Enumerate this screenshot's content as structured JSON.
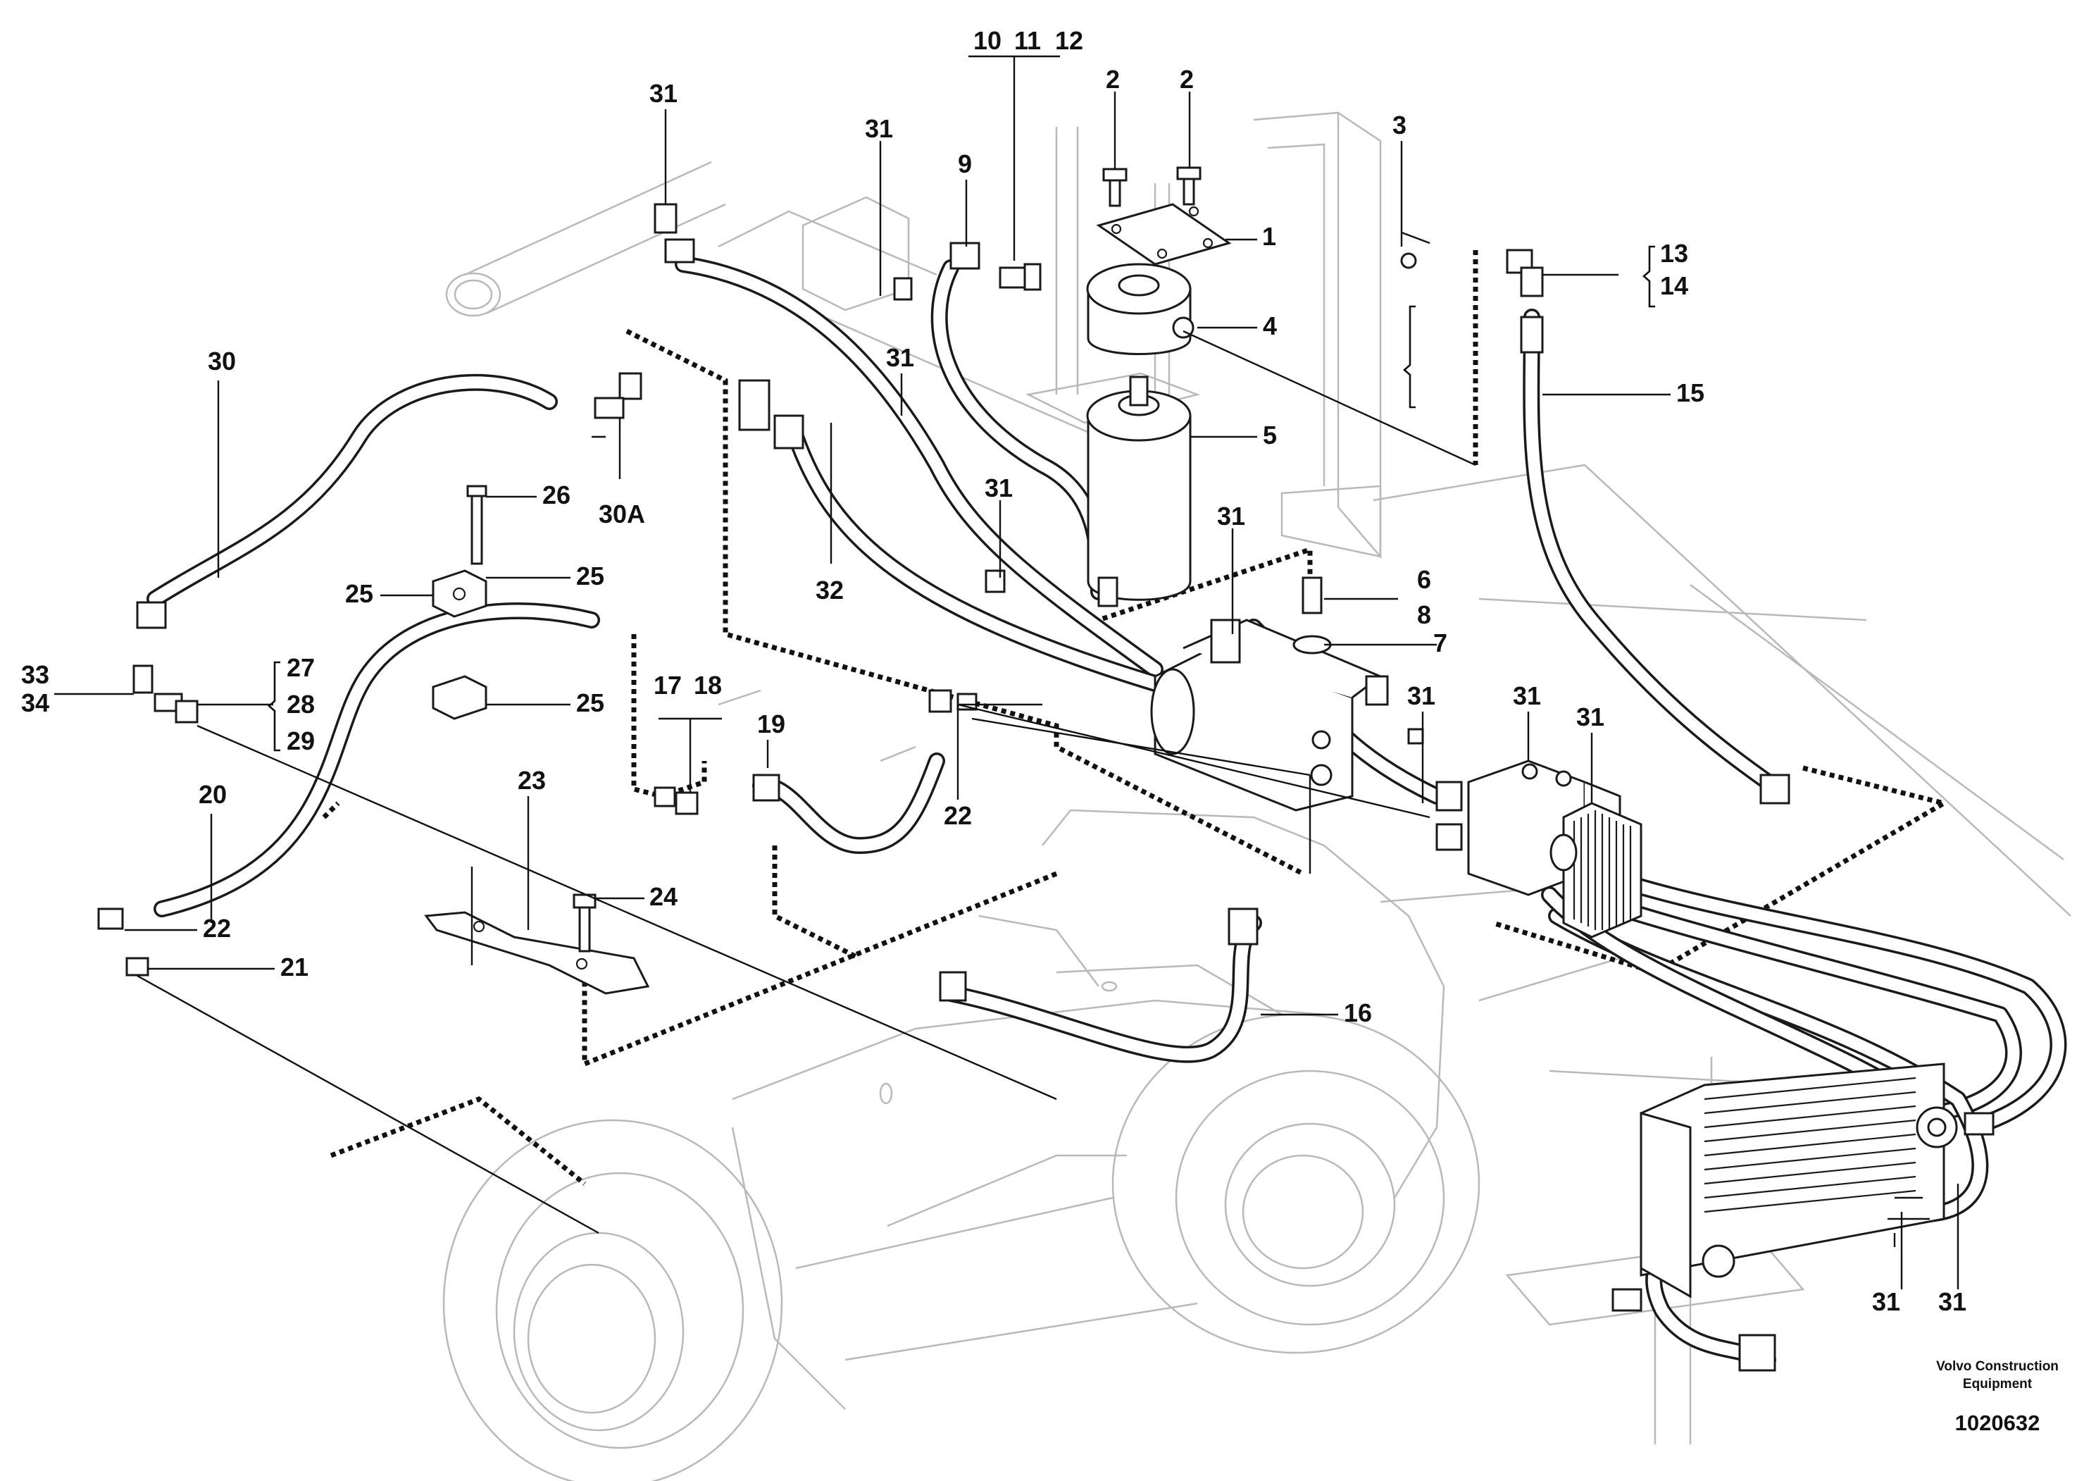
{
  "callouts": {
    "c1": "1",
    "c2a": "2",
    "c2b": "2",
    "c3": "3",
    "c4": "4",
    "c5": "5",
    "c6": "6",
    "c7": "7",
    "c8": "8",
    "c9": "9",
    "c10": "10",
    "c11": "11",
    "c12": "12",
    "c13": "13",
    "c14": "14",
    "c15": "15",
    "c16": "16",
    "c17": "17",
    "c18": "18",
    "c19": "19",
    "c20": "20",
    "c21": "21",
    "c22a": "22",
    "c22b": "22",
    "c23": "23",
    "c24": "24",
    "c25a": "25",
    "c25b": "25",
    "c25c": "25",
    "c26": "26",
    "c27": "27",
    "c28": "28",
    "c29": "29",
    "c30": "30",
    "c30A": "30A",
    "c31a": "31",
    "c31b": "31",
    "c31c": "31",
    "c31d": "31",
    "c31e": "31",
    "c31f": "31",
    "c31g": "31",
    "c31h": "31",
    "c31i": "31",
    "c31j": "31",
    "c32": "32",
    "c33": "33",
    "c34": "34"
  },
  "footer": {
    "brand_line1": "Volvo Construction",
    "brand_line2": "Equipment",
    "doc_number": "1020632"
  }
}
